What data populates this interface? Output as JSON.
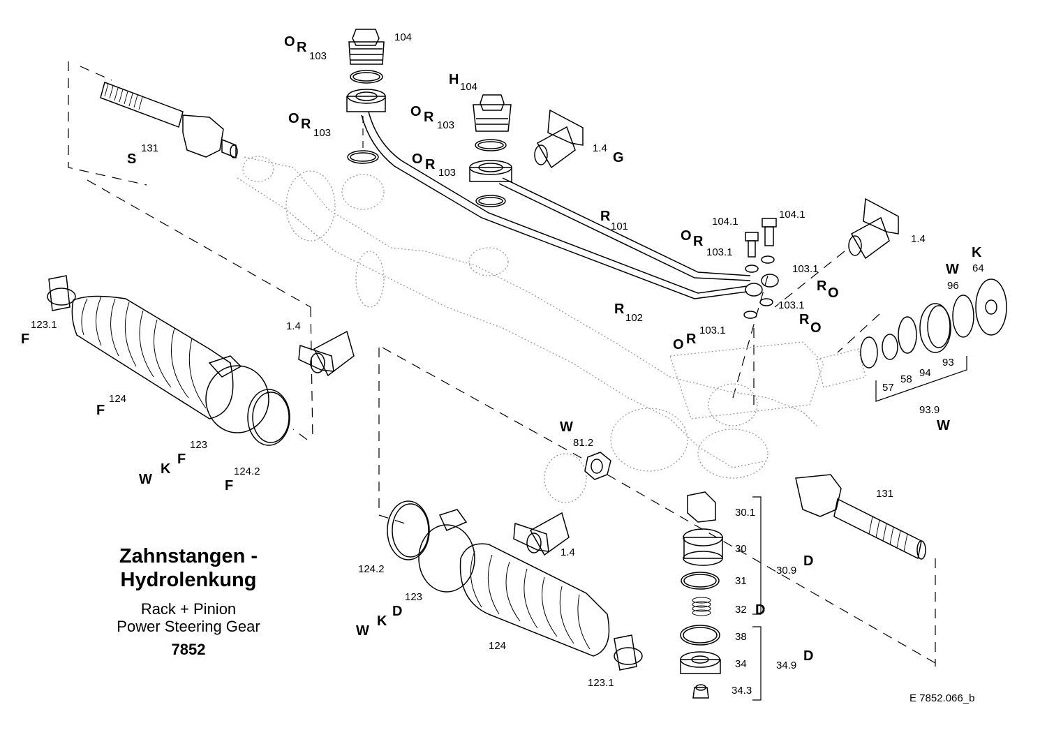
{
  "title": {
    "line1": "Zahnstangen -",
    "line2": "Hydrolenkung",
    "sub1": "Rack + Pinion",
    "sub2": "Power Steering Gear",
    "code": "7852"
  },
  "reference": "E  7852.066_b",
  "parts": {
    "p104": "104",
    "p103": "103",
    "p104b": "104",
    "p131": "131",
    "p131b": "131",
    "p1_4a": "1.4",
    "p1_4b": "1.4",
    "p1_4c": "1.4",
    "p1_4d": "1.4",
    "p101": "101",
    "p102": "102",
    "p104_1a": "104.1",
    "p104_1b": "104.1",
    "p103_1a": "103.1",
    "p103_1b": "103.1",
    "p103_1c": "103.1",
    "p103_1d": "103.1",
    "p64": "64",
    "p96": "96",
    "p93": "93",
    "p94": "94",
    "p58": "58",
    "p57": "57",
    "p93_9": "93.9",
    "p123_1a": "123.1",
    "p124a": "124",
    "p123a": "123",
    "p124_2a": "124.2",
    "p81_2": "81.2",
    "p30_1": "30.1",
    "p30": "30",
    "p31": "31",
    "p30_9": "30.9",
    "p32": "32",
    "p38": "38",
    "p34": "34",
    "p34_9": "34.9",
    "p34_3": "34.3",
    "p124_2b": "124.2",
    "p123b": "123",
    "p124b": "124",
    "p123_1b": "123.1",
    "p103b": "103",
    "p103c": "103"
  },
  "codes": {
    "O": "O",
    "R": "R",
    "H": "H",
    "S": "S",
    "G": "G",
    "K": "K",
    "W": "W",
    "F": "F",
    "D": "D"
  },
  "colors": {
    "ink": "#000000",
    "housing": "#9a9a9a",
    "paper": "#ffffff"
  }
}
